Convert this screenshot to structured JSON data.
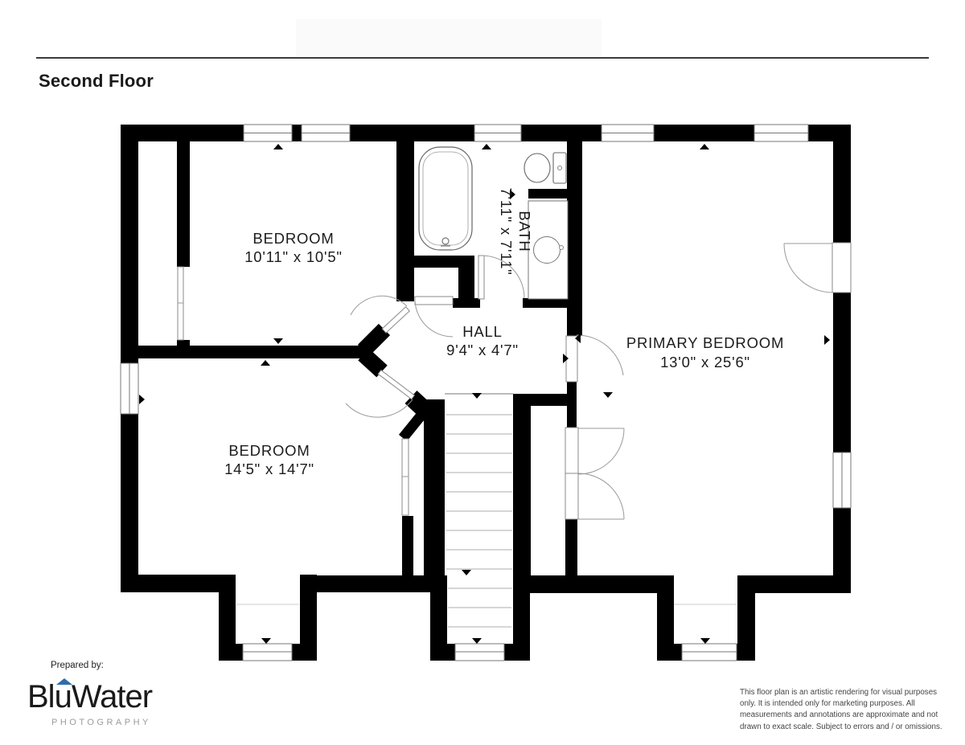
{
  "header": {
    "title": "Second Floor"
  },
  "floor_plan": {
    "rooms": [
      {
        "id": "bedroom-top-left",
        "label": "BEDROOM",
        "dimensions": "10'11\" x 10'5\""
      },
      {
        "id": "bath",
        "label": "BATH",
        "dimensions": "7'11\" x 7'11\""
      },
      {
        "id": "hall",
        "label": "HALL",
        "dimensions": "9'4\" x 4'7\""
      },
      {
        "id": "primary-bedroom",
        "label": "PRIMARY BEDROOM",
        "dimensions": "13'0\" x 25'6\""
      },
      {
        "id": "bedroom-bottom-left",
        "label": "BEDROOM",
        "dimensions": "14'5\" x 14'7\""
      }
    ],
    "fixtures": [
      "bathtub",
      "toilet",
      "sink-vanity",
      "staircase",
      "closets"
    ],
    "wall_color": "#000000"
  },
  "footer": {
    "prepared_by": "Prepared by:",
    "logo": {
      "brand": "BluWater",
      "subtitle": "PHOTOGRAPHY",
      "accent_color": "#2e6ea6"
    },
    "disclaimer": "This floor plan is an artistic rendering for visual purposes only. It is intended only for marketing purposes. All measurements and annotations are approximate and not drawn to exact scale. Subject to errors and / or omissions."
  }
}
